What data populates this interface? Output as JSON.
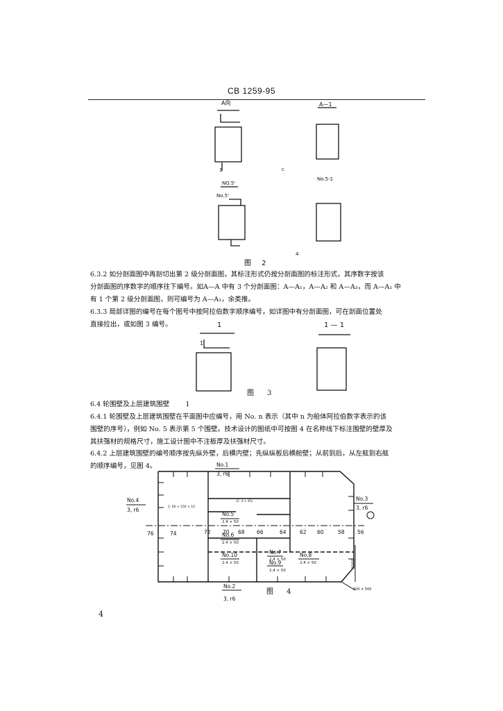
{
  "page": {
    "header": "CB 1259-95",
    "page_number": "4"
  },
  "fig2": {
    "caption": "图   2",
    "label_a_top": "A向",
    "label_a1": "A—1",
    "label_no5": "NO.5'",
    "label_no5_sub": "No.5'",
    "label_no51": "No.5-1",
    "mark_1": "1",
    "mark_c": "c",
    "mark_4": "4"
  },
  "para_632": {
    "l1": "6.3.2  如分剖面图中再剖切出第 2 级分剖面图，其标注形式仍按分剖面图的标注形式，其序数字按该",
    "l2": "分剖面图的序数字的顺序往下编号。如A—A 中有 3 个分剖面图：A—A₁，A—A₂ 和 A—A₃，而 A—A₁ 中",
    "l3": "有 1 个第 2 级分剖面图，则可编号为 A—A₁，余类推。"
  },
  "para_633": {
    "l1": "6.3.3  局部详图的编号在每个图号中按阿拉伯数字顺序编号，如详图中有分剖面图，可在剖面位置处",
    "l2": "直接拉出，或如图 3 编号。"
  },
  "fig3": {
    "caption": "图   3",
    "label_1": "1",
    "label_11": "1 — 1"
  },
  "sec_64": {
    "title": "6.4  轮围壁及上层建筑围壁",
    "mark": "1"
  },
  "para_641": {
    "l1": "6.4.1  轮围壁及上层建筑围壁在平面图中应编号，用 No. n 表示（其中 n 为船体阿拉伯数字表示的该",
    "l2": "围壁的序号），例如 No. 5 表示第 5 个围壁。技术设计的图纸中可按图 4 在名称线下标注围壁的壁厚及",
    "l3": "其扶强材的规格尺寸，施工设计图中不注板厚及扶强材尺寸。"
  },
  "para_642": {
    "l1": "6.4.2  上层建筑围壁的编号顺序按先纵外壁，后横内壁；先纵纵板后横舱壁；从前到后，从左舷到右舷",
    "l2": "的顺序编号，见图 4。"
  },
  "fig4": {
    "caption": "图   4",
    "no1": "No.1",
    "no1_sub": "3, r6",
    "no4": "No.4",
    "no4_sub": "3, r6",
    "no3": "No.3",
    "no3_sub": "3, r6",
    "no5": "No.5",
    "no5_sub": "2.4 × 50",
    "no6": "No.6",
    "no6_sub": "2.4 × 50",
    "no7": "No.7",
    "no7_sub": "2.4 × 50",
    "no8": "No.8",
    "no8_sub": "2.4 × 50",
    "no9": "No.9",
    "no9_sub": "2.4 × 50",
    "no10": "No.10",
    "no10_sub": "2.4 × 50",
    "no2": "No.2",
    "no2_sub": "3, r6",
    "frames": [
      "76",
      "74",
      "72",
      "70",
      "68",
      "66",
      "64",
      "62",
      "60",
      "58",
      "56"
    ],
    "dim_3000": "3000",
    "dim_500": "500 × 500",
    "annot_left": "2. 60 × 250 × 10",
    "annot_mid": "(2. 4 × 45)"
  }
}
